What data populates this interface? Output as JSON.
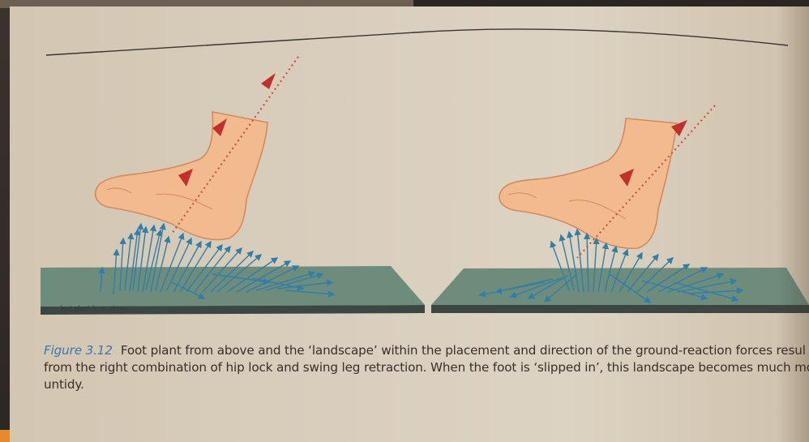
{
  "figure": {
    "label": "Figure 3.12",
    "plate_label": "foot plant from above",
    "panels": [
      {
        "name": "left",
        "description_role": "hip lock and swing leg retraction"
      },
      {
        "name": "right",
        "description_role": "foot slipped in"
      }
    ],
    "colors": {
      "arrow": "#2f7fa8",
      "trajectory": "#d1503a",
      "trajectory_head": "#c3302a",
      "skin": "#f0b98d",
      "skin_outline": "#d8895c",
      "ground": "#6d8a7a"
    }
  },
  "caption": {
    "line1": "Foot plant from above and the ‘landscape’ within the placement and direction of the ground-reaction forces resul",
    "line2": "from the right combination of hip lock and swing leg retraction. When the foot is ‘slipped in’, this landscape becomes much mo",
    "line3": "untidy."
  }
}
